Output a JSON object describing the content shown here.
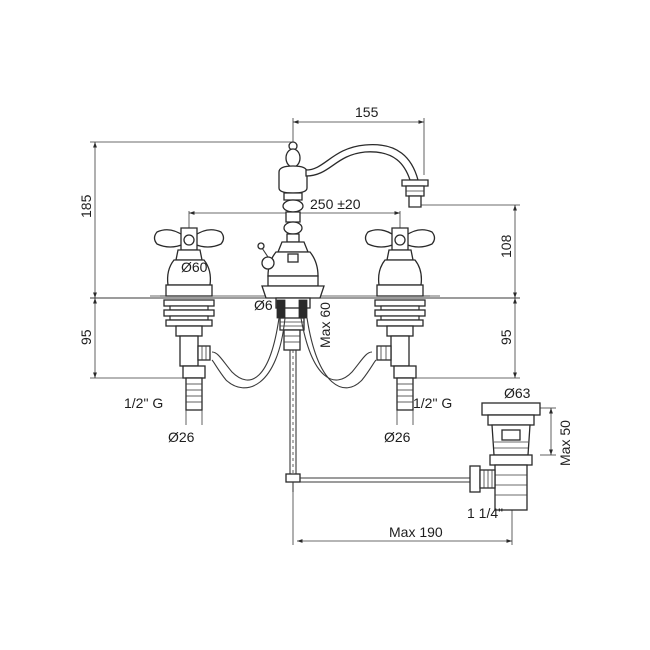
{
  "dimensions": {
    "spout_reach": "155",
    "total_height": "185",
    "spout_height": "108",
    "tap_spacing": "250 ±20",
    "body_diameter": "Ø60",
    "hole_diameter": "Ø6",
    "max_deck_thickness": "Max 60",
    "below_deck_left": "95",
    "below_deck_right": "95",
    "inlet_thread_left": "1/2\" G",
    "inlet_thread_right": "1/2\" G",
    "inlet_diameter_left": "Ø26",
    "inlet_diameter_right": "Ø26",
    "waste_diameter": "Ø63",
    "waste_max_height": "Max 50",
    "waste_thread": "1 1/4\"",
    "waste_max_reach": "Max 190"
  }
}
